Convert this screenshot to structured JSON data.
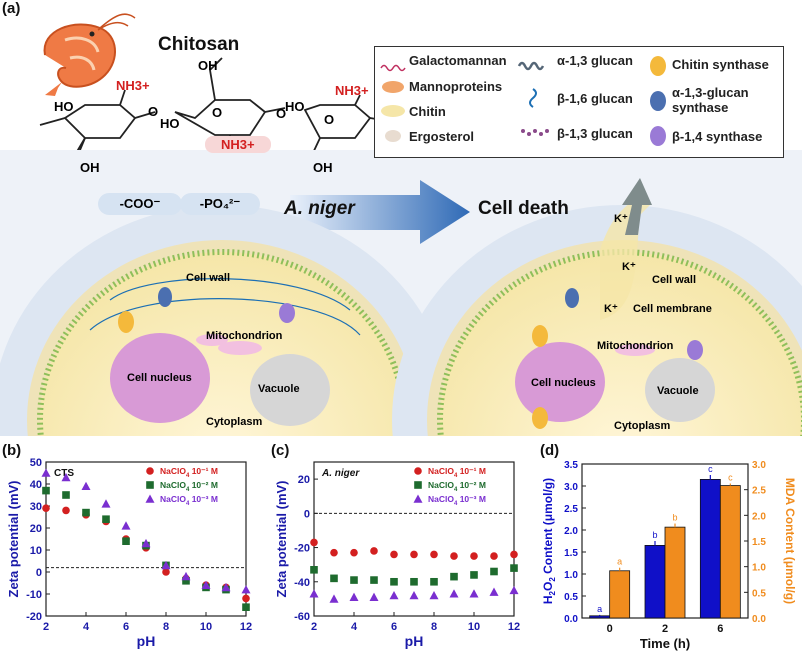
{
  "panel_labels": {
    "a": "(a)",
    "b": "(b)",
    "c": "(c)",
    "d": "(d)"
  },
  "top": {
    "title": "Chitosan",
    "nh3": "NH3+",
    "ho": "HO",
    "oh": "OH",
    "o": "O",
    "coo": "-COO⁻",
    "po4": "-PO₄²⁻",
    "a_niger": "A. niger",
    "cell_death": "Cell death",
    "cell_wall": "Cell wall",
    "cell_membrane": "Cell membrane",
    "mitochondrion": "Mitochondrion",
    "cell_nucleus": "Cell nucleus",
    "vacuole": "Vacuole",
    "cytoplasm": "Cytoplasm",
    "k_plus": "K⁺"
  },
  "legend": {
    "col1": [
      "Galactomannan",
      "Mannoproteins",
      "Chitin",
      "Ergosterol"
    ],
    "col2": [
      "α-1,3 glucan",
      "β-1,6 glucan",
      "β-1,3 glucan"
    ],
    "col3": [
      "Chitin synthase",
      "α-1,3-glucan synthase",
      "β-1,4 synthase"
    ]
  },
  "colors": {
    "red": "#d32020",
    "green": "#1e6b2e",
    "purple": "#7a2fd0",
    "blue": "#1010c8",
    "orange": "#f08c1e",
    "axis_blue": "#1a1aa8"
  },
  "chart_data": [
    {
      "type": "scatter",
      "panel": "b",
      "annotation": "CTS",
      "xlabel": "pH",
      "ylabel": "Zeta potential (mV)",
      "xlim": [
        2,
        12
      ],
      "ylim": [
        -20,
        50
      ],
      "xticks": [
        "2",
        "4",
        "6",
        "8",
        "10",
        "12"
      ],
      "yticks": [
        "50",
        "40",
        "30",
        "20",
        "10",
        "0",
        "-10",
        "-20"
      ],
      "reference_line": 2,
      "x": [
        2,
        3,
        4,
        5,
        6,
        7,
        8,
        9,
        10,
        11,
        12
      ],
      "series": [
        {
          "name": "NaClO4 10⁻¹ M",
          "marker": "circle",
          "values": [
            29,
            28,
            26,
            23,
            15,
            11,
            0,
            -3,
            -6,
            -7,
            -12
          ]
        },
        {
          "name": "NaClO4 10⁻² M",
          "marker": "square",
          "values": [
            37,
            35,
            27,
            24,
            14,
            12,
            3,
            -4,
            -7,
            -8,
            -16
          ]
        },
        {
          "name": "NaClO4 10⁻³ M",
          "marker": "triangle",
          "values": [
            45,
            43,
            39,
            31,
            21,
            13,
            3,
            -2,
            -6,
            -7,
            -8
          ]
        }
      ]
    },
    {
      "type": "scatter",
      "panel": "c",
      "annotation": "A. niger",
      "xlabel": "pH",
      "ylabel": "Zeta potential (mV)",
      "xlim": [
        2,
        12
      ],
      "ylim": [
        -60,
        30
      ],
      "xticks": [
        "2",
        "4",
        "6",
        "8",
        "10",
        "12"
      ],
      "yticks": [
        "20",
        "0",
        "-20",
        "-40",
        "-60"
      ],
      "reference_line": 0,
      "x": [
        2,
        3,
        4,
        5,
        6,
        7,
        8,
        9,
        10,
        11,
        12
      ],
      "series": [
        {
          "name": "NaClO4 10⁻¹ M",
          "marker": "circle",
          "values": [
            -17,
            -23,
            -23,
            -22,
            -24,
            -24,
            -24,
            -25,
            -25,
            -25,
            -24
          ]
        },
        {
          "name": "NaClO4 10⁻² M",
          "marker": "square",
          "values": [
            -33,
            -38,
            -39,
            -39,
            -40,
            -40,
            -40,
            -37,
            -36,
            -34,
            -32
          ]
        },
        {
          "name": "NaClO4 10⁻³ M",
          "marker": "triangle",
          "values": [
            -47,
            -50,
            -49,
            -49,
            -48,
            -48,
            -48,
            -47,
            -47,
            -46,
            -45
          ]
        }
      ]
    },
    {
      "type": "bar",
      "panel": "d",
      "categories": [
        "0",
        "2",
        "6"
      ],
      "xlabel": "Time (h)",
      "ylabel": "H2O2 Content (μmol/g)",
      "ylabel_right": "MDA Content (μmol/g)",
      "ylim": [
        0,
        3.5
      ],
      "ylim_right": [
        0,
        3.0
      ],
      "yticks": [
        "3.5",
        "3.0",
        "2.5",
        "2.0",
        "1.5",
        "1.0",
        "0.5",
        "0.0"
      ],
      "yticks_right": [
        "3.0",
        "2.5",
        "2.0",
        "1.5",
        "1.0",
        "0.5",
        "0.0"
      ],
      "series": [
        {
          "axis": "left",
          "values": [
            0.05,
            1.65,
            3.15
          ],
          "errors": [
            0.02,
            0.1,
            0.1
          ],
          "labels": [
            "a",
            "b",
            "c"
          ]
        },
        {
          "axis": "right",
          "values": [
            0.92,
            1.77,
            2.58
          ],
          "errors": [
            0.06,
            0.07,
            0.04
          ],
          "labels": [
            "a",
            "b",
            "c"
          ]
        }
      ]
    }
  ]
}
